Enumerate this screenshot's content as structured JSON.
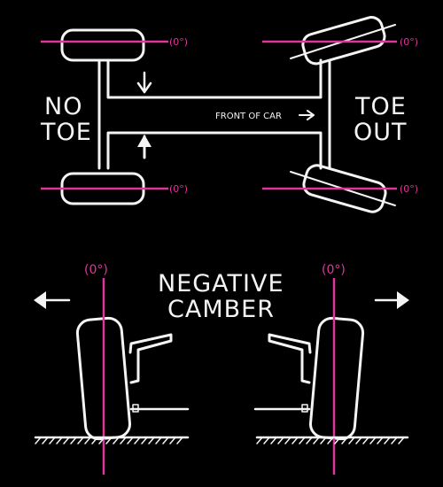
{
  "labels": {
    "no_toe_line1": "NO",
    "no_toe_line2": "TOE",
    "toe_out_line1": "TOE",
    "toe_out_line2": "OUT",
    "front_of_car": "FRONT OF CAR",
    "negative_camber_line1": "NEGATIVE",
    "negative_camber_line2": "CAMBER",
    "zero_degree": "(0°)",
    "zero_degree_big": "(0°)"
  },
  "colors": {
    "background": "#000000",
    "chalk": "#f4f4f4",
    "reference_line": "#e0359a"
  },
  "icons": [
    "arrow-down-icon",
    "arrow-up-icon",
    "arrow-right-icon",
    "arrow-left-icon"
  ]
}
